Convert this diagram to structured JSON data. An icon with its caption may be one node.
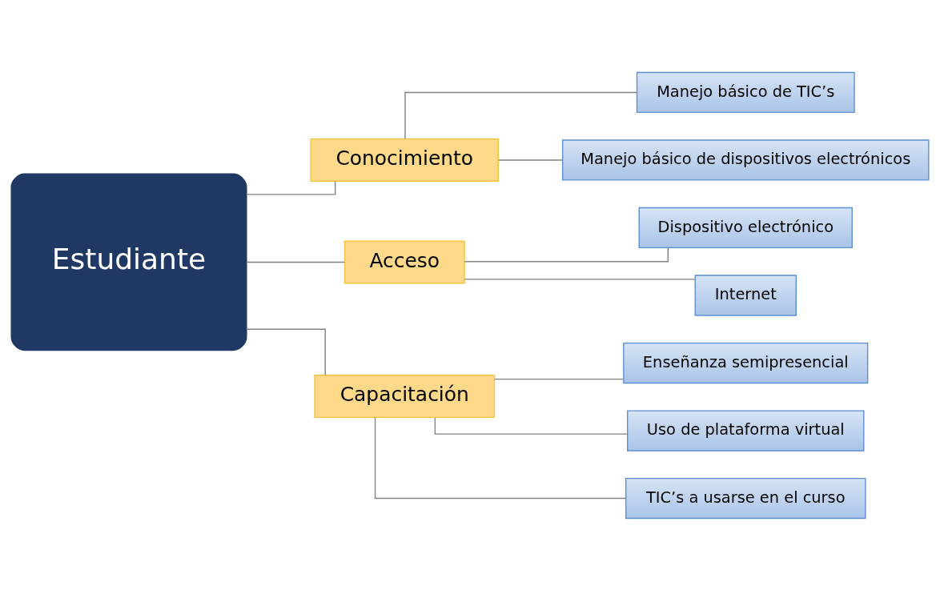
{
  "diagram": {
    "nodes": [
      {
        "text": [
          "Estudiante"
        ]
      },
      {
        "text": [
          "Conocimiento"
        ]
      },
      {
        "text": [
          "Manejo básico de TIC’s"
        ]
      },
      {
        "text": [
          "Manejo básico de dispositivos electrónicos"
        ]
      },
      {
        "text": [
          "Acceso"
        ]
      },
      {
        "text": [
          "Dispositivo electrónico"
        ]
      },
      {
        "text": [
          "Internet"
        ]
      },
      {
        "text": [
          "Capacitación"
        ]
      },
      {
        "text": [
          "Enseñanza semipresencial"
        ]
      },
      {
        "text": [
          "Uso de plataforma virtual"
        ]
      },
      {
        "text": [
          "TIC’s a usarse en el curso"
        ]
      }
    ],
    "edges": [
      {
        "from": 0,
        "to": 1,
        "arrow": "none"
      },
      {
        "from": 0,
        "to": 4,
        "arrow": "none"
      },
      {
        "from": 0,
        "to": 7,
        "arrow": "none"
      },
      {
        "from": 1,
        "to": 2,
        "arrow": "none"
      },
      {
        "from": 1,
        "to": 3,
        "arrow": "none"
      },
      {
        "from": 4,
        "to": 5,
        "arrow": "none"
      },
      {
        "from": 4,
        "to": 6,
        "arrow": "none"
      },
      {
        "from": 7,
        "to": 8,
        "arrow": "none"
      },
      {
        "from": 7,
        "to": 9,
        "arrow": "none"
      },
      {
        "from": 7,
        "to": 10,
        "arrow": "none"
      }
    ]
  }
}
